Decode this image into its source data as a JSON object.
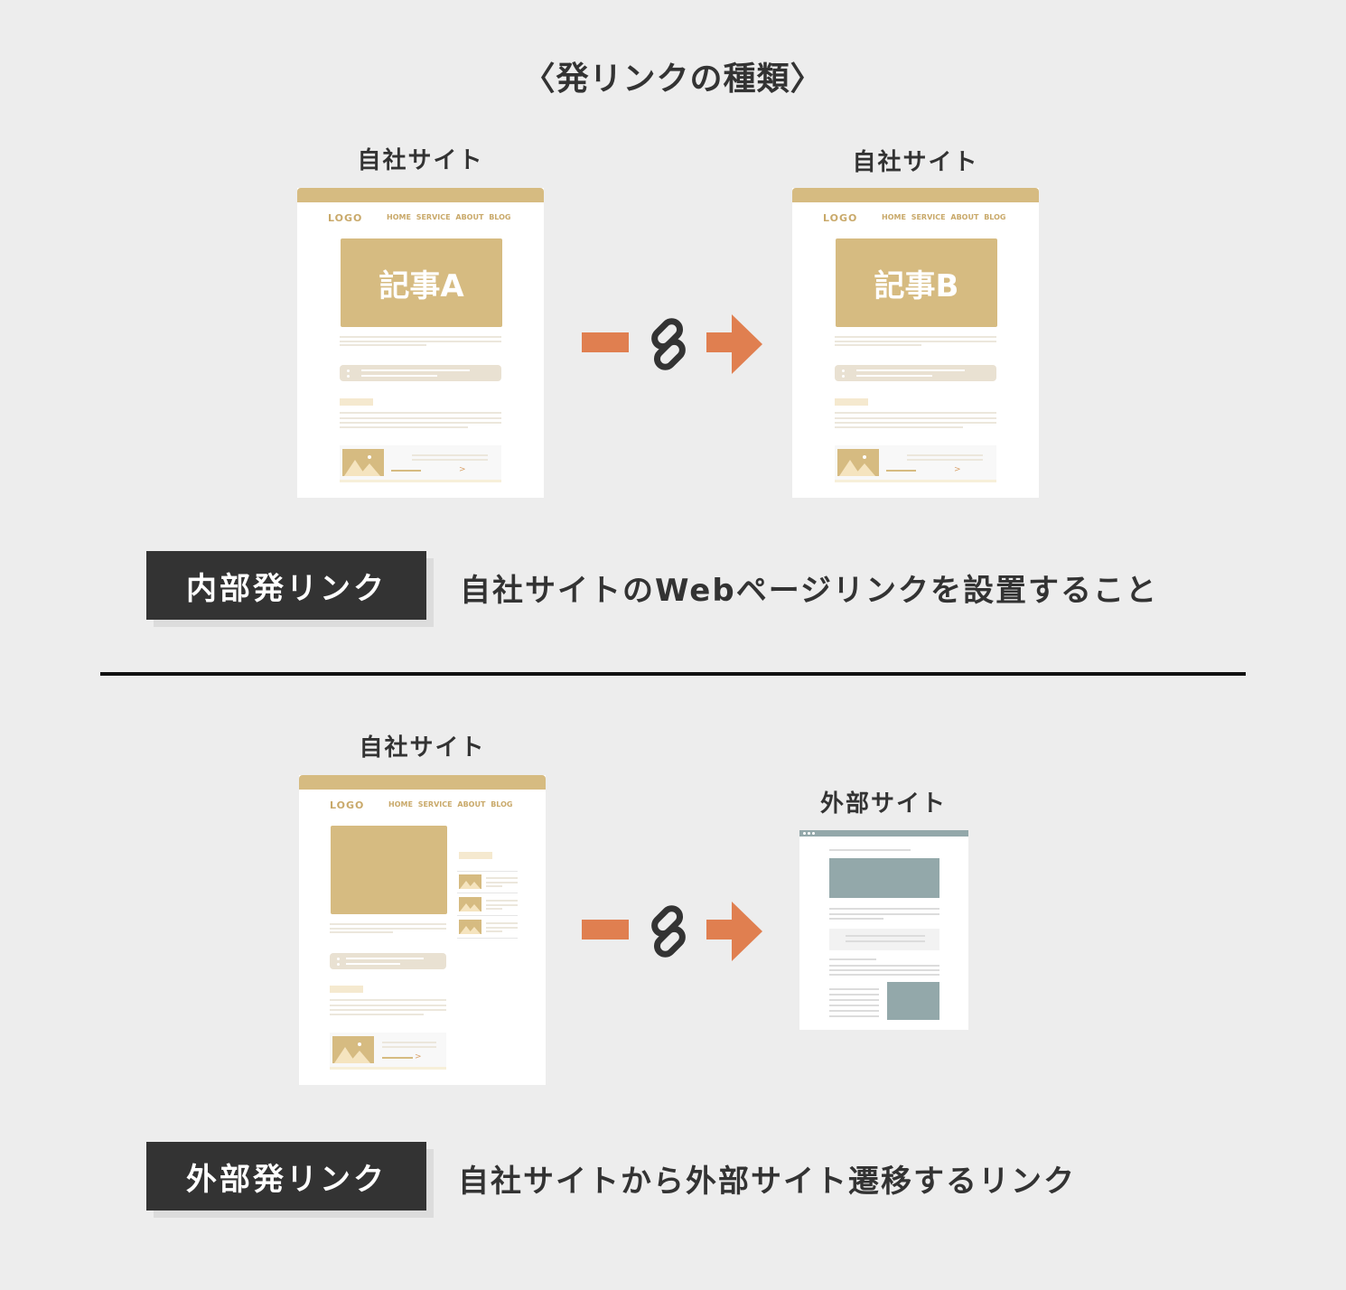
{
  "title": "〈発リンクの種類〉",
  "internal": {
    "source_site_label": "自社サイト",
    "target_site_label": "自社サイト",
    "source_article": "記事A",
    "target_article": "記事B",
    "badge": "内部発リンク",
    "description": "自社サイトのWebページリンクを設置すること"
  },
  "external": {
    "source_site_label": "自社サイト",
    "target_site_label": "外部サイト",
    "badge": "外部発リンク",
    "description": "自社サイトから外部サイト遷移するリンク"
  },
  "mockup": {
    "logo": "LOGO",
    "nav": "HOME SERVICE ABOUT BLOG"
  },
  "colors": {
    "accent_gold": "#d6bb81",
    "arrow_orange": "#e07f50",
    "external_gray_blue": "#93a8aa",
    "badge_dark": "#333333",
    "background": "#ededed"
  },
  "icons": [
    "chain-link-icon",
    "arrow-right-icon",
    "image-placeholder-icon"
  ]
}
